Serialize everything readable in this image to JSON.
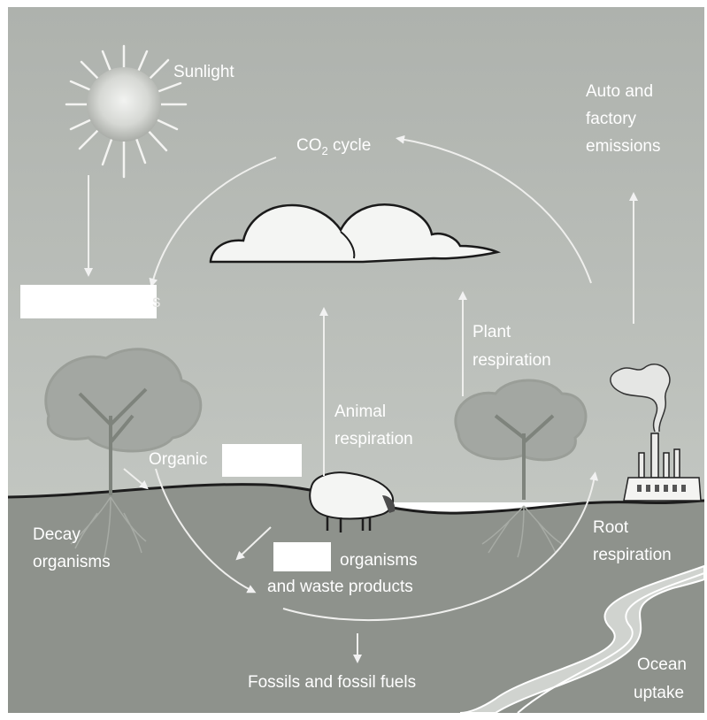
{
  "diagram": {
    "labels": {
      "sunlight": "Sunlight",
      "co2_cycle_prefix": "CO",
      "co2_cycle_sub": "2",
      "co2_cycle_suffix": " cycle",
      "auto_emissions_line1": "Auto and",
      "auto_emissions_line2": "factory",
      "auto_emissions_line3": "emissions",
      "plant_respiration_line1": "Plant",
      "plant_respiration_line2": "respiration",
      "animal_respiration_line1": "Animal",
      "animal_respiration_line2": "respiration",
      "organic": "Organic",
      "decay_line1": "Decay",
      "decay_line2": "organisms",
      "organisms": "organisms",
      "waste_products": "and waste products",
      "root_line1": "Root",
      "root_line2": "respiration",
      "fossils": "Fossils and fossil fuels",
      "ocean_line1": "Ocean",
      "ocean_line2": "uptake",
      "blank_left_suffix": "s"
    },
    "colors": {
      "sky": "#b9bdb8",
      "ground": "#8d918b",
      "label": "#ffffff",
      "blank": "#ffffff"
    }
  }
}
